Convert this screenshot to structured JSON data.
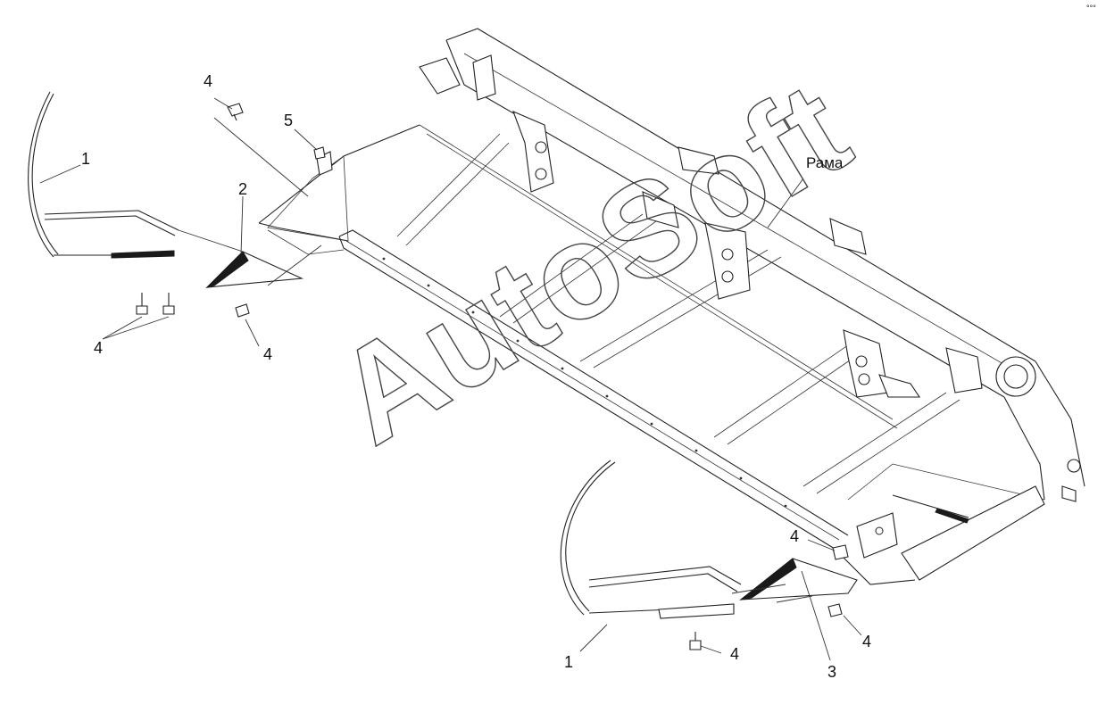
{
  "diagram": {
    "frame_label": "Рама",
    "watermark": "AutoSoft",
    "corner_mark": "°°°",
    "callouts": {
      "c1_left": "1",
      "c2": "2",
      "c4_top": "4",
      "c5": "5",
      "c4_left_bottom": "4",
      "c4_mid": "4",
      "c4_right_top": "4",
      "c4_right_bolt": "4",
      "c4_bottom": "4",
      "c1_bottom": "1",
      "c3": "3"
    }
  }
}
